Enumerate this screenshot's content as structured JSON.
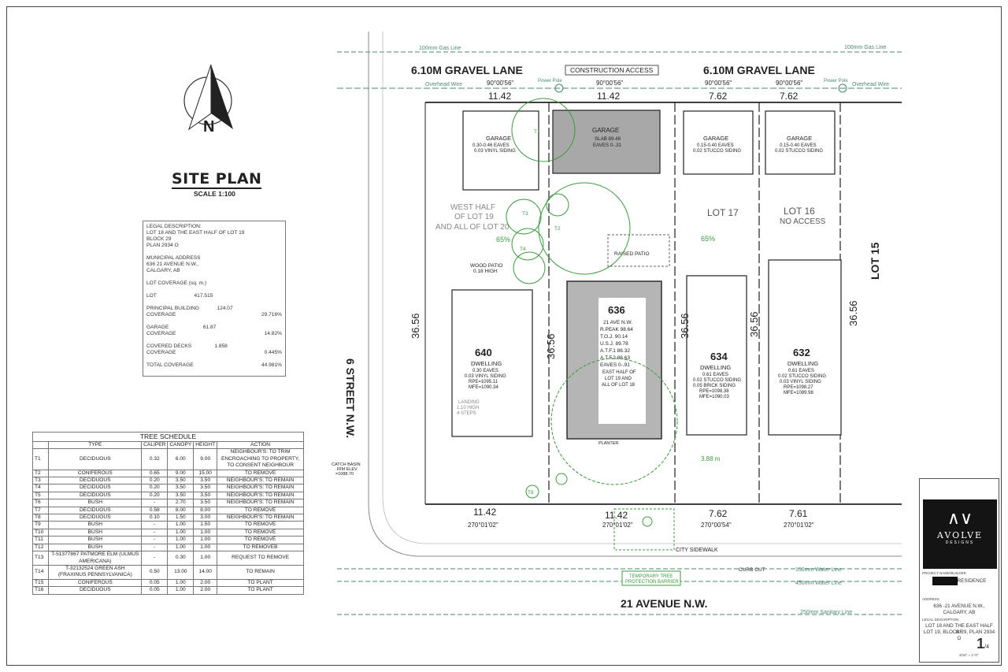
{
  "sheet": {
    "title": "SITE PLAN",
    "scale": "SCALE 1:100",
    "north_label": "N"
  },
  "legal": {
    "description": "LEGAL DESCRIPTION:",
    "line1": "LOT 18 AND THE EAST HALF OF LOT 19",
    "line2": "BLOCK 29",
    "line3": "PLAN 2934 O",
    "muni_label": "MUNICIPAL ADDRESS",
    "muni_line1": "636 21 AVENUE N.W.,",
    "muni_line2": "CALGARY, AB",
    "coverage_title": "LOT COVERAGE (sq. m.)",
    "rows": [
      {
        "label": "LOT",
        "v1": "417.515",
        "v2": ""
      },
      {
        "label": "PRINCIPAL BUILDING",
        "v1": "124.07",
        "v2": ""
      },
      {
        "label": "COVERAGE",
        "v1": "",
        "v2": "29.716%"
      },
      {
        "label": "GARAGE",
        "v1": "61.87",
        "v2": ""
      },
      {
        "label": "COVERAGE",
        "v1": "",
        "v2": "14.82%"
      },
      {
        "label": "COVERED DECKS",
        "v1": "1.858",
        "v2": ""
      },
      {
        "label": "COVERAGE",
        "v1": "",
        "v2": "0.445%"
      },
      {
        "label": "TOTAL COVERAGE",
        "v1": "",
        "v2": "44.981%"
      }
    ]
  },
  "tree_schedule": {
    "title": "TREE SCHEDULE",
    "headers": [
      "",
      "TYPE",
      "CALIPER",
      "CANOPY",
      "HEIGHT",
      "ACTION"
    ],
    "rows": [
      [
        "T1",
        "DECIDUOUS",
        "0.32",
        "6.00",
        "9.00",
        "NEIGHBOUR'S: TO TRIM ENCROACHING TO PROPERTY, TO CONSENT NEIGHBOUR"
      ],
      [
        "T2",
        "CONIFEROUS",
        "0.65",
        "9.00",
        "15.00",
        "TO REMOVE"
      ],
      [
        "T3",
        "DECIDUOUS",
        "0.20",
        "3.50",
        "3.50",
        "NEIGHBOUR'S: TO REMAIN"
      ],
      [
        "T4",
        "DECIDUOUS",
        "0.20",
        "3.50",
        "3.50",
        "NEIGHBOUR'S: TO REMAIN"
      ],
      [
        "T5",
        "DECIDUOUS",
        "0.20",
        "3.50",
        "3.50",
        "NEIGHBOUR'S: TO REMAIN"
      ],
      [
        "T6",
        "BUSH",
        "-",
        "2.70",
        "3.50",
        "NEIGHBOUR'S: TO REMAIN"
      ],
      [
        "T7",
        "DECIDUOUS",
        "0.58",
        "8.00",
        "8.00",
        "TO REMOVE"
      ],
      [
        "T8",
        "DECIDUOUS",
        "0.10",
        "1.50",
        "3.00",
        "NEIGHBOUR'S: TO REMAIN"
      ],
      [
        "T9",
        "BUSH",
        "-",
        "1.00",
        "1.50",
        "TO REMOVE"
      ],
      [
        "T10",
        "BUSH",
        "-",
        "1.00",
        "1.00",
        "TO REMOVE"
      ],
      [
        "T11",
        "BUSH",
        "-",
        "1.00",
        "1.00",
        "TO REMOVE"
      ],
      [
        "T12",
        "BUSH",
        "-",
        "1.00",
        "1.00",
        "TO REMOVEB"
      ],
      [
        "T13",
        "T-51377867 PATMORE ELM (ULMUS AMERICANA)",
        "-",
        "0.30",
        "1.00",
        "REQUEST TO REMOVE"
      ],
      [
        "T14",
        "T-32132524 GREEN ASH (FRAXINUS PENNSYLVANICA)",
        "0.50",
        "13.00",
        "14.00",
        "TO REMAIN"
      ],
      [
        "T15",
        "CONIFEROUS",
        "0.05",
        "1.00",
        "2.00",
        "TO PLANT"
      ],
      [
        "T16",
        "DECIDUOUS",
        "0.05",
        "1.00",
        "2.00",
        "TO PLANT"
      ]
    ]
  },
  "plan": {
    "lane_west": "6.10M GRAVEL LANE",
    "lane_east": "6.10M GRAVEL LANE",
    "construction_access": "CONSTRUCTION ACCESS",
    "gas_line_top": "100mm Gas Line",
    "overhead_wire": "Overhead Wire",
    "power_pole": "Power Pole",
    "street_west": "6 STREET N.W.",
    "street_south": "21 AVENUE N.W.",
    "lot15": "LOT 15",
    "lot16": "LOT 16",
    "lot16_note": "NO ACCESS",
    "lot17": "LOT 17",
    "west_half": "WEST HALF",
    "west_half2": "OF LOT 19",
    "west_half3": "AND ALL OF LOT 20",
    "bearing_top": "90°00'56\"",
    "bearing_bottom": "270°01'02\"",
    "bearing_bottom2": "270°00'54\"",
    "dim_1142": "11.42",
    "dim_762": "7.62",
    "dim_761": "7.61",
    "dim_3656": "36.56",
    "water_150": "150mm Water Line",
    "water_450": "450mm Water Line",
    "sanitary": "250mm Sanitary Line",
    "city_sidewalk": "CITY SIDEWALK",
    "curb_cut": "CURB CUT",
    "catch_basin": "CATCH BASIN",
    "rim_elev": "RIM ELEV",
    "rim_val": "=1088.70",
    "tree_barrier": "TEMPORARY TREE",
    "tree_barrier2": "PROTECTION BARRIER",
    "setback": "3.88 m",
    "pct65": "65%",
    "garage640": {
      "title": "GARAGE",
      "l1": "0.30-0.46 EAVES",
      "l2": "0.03 VINYL SIDING"
    },
    "garage636": {
      "title": "GARAGE",
      "l1": "SLAB 89.48",
      "l2": "EAVES 0-.31"
    },
    "garage634": {
      "title": "GARAGE",
      "l1": "0.15-0.40 EAVES",
      "l2": "0.02 STUCCO SIDING"
    },
    "garage632": {
      "title": "GARAGE",
      "l1": "0.15-0.40 EAVES",
      "l2": "0.02 STUCCO SIDING"
    },
    "h640": {
      "num": "640",
      "title": "DWELLING",
      "l1": "0.30 EAVES",
      "l2": "0.03 VINYL SIDING",
      "l3": "RPE=1095.11",
      "l4": "MFE=1090.34"
    },
    "h634": {
      "num": "634",
      "title": "DWELLING",
      "l1": "0.61 EAVES",
      "l2": "0.02 STUCCO SIDING",
      "l3": "0.05 BRICK SIDING",
      "l4": "RPE=1098.38",
      "l5": "MFE=1090.03"
    },
    "h632": {
      "num": "632",
      "title": "DWELLING",
      "l1": "0.61 EAVES",
      "l2": "0.02 STUCCO SIDING",
      "l3": "0.03 VINYL SIDING",
      "l4": "RPE=1098.27",
      "l5": "MFE=1089.98"
    },
    "h636": {
      "num": "636",
      "l1": "21 AVE N.W.",
      "l2": "R.PEAK  98.64",
      "l3": "T.O.J.  90.14",
      "l4": "U.S.J.  89.78",
      "l5": "A.T.F.1  86.32",
      "l6": "A.T.F.2  86.63",
      "l7": "EAVES  0-.91",
      "l8": "EAST HALF OF",
      "l9": "LOT 19  AND",
      "l10": "ALL OF LOT 18"
    },
    "wood_patio": "WOOD PATIO",
    "wood_patio2": "0.18 HIGH",
    "raised_patio": "RAISED PATIO",
    "landing": "LANDING",
    "landing2": "1.10 HIGH",
    "landing3": "4 STEPS",
    "planter": "PLANTER"
  },
  "title_block": {
    "logo_name": "AVOLVE",
    "logo_sub": "DESIGNS",
    "project_label": "PROJECT NAME/BUILDER",
    "project_value": "RESIDENCE",
    "address_label": "ADDRESS",
    "address1": "636 -21 AVENUE N.W.,",
    "address2": "CALGARY, AB",
    "legal_label": "LEGAL DESCRIPTION",
    "legal1": "LOT 18 AND THE EAST HALF OF",
    "legal2": "LOT 19, BLOCK 29, PLAN 2934 O",
    "sheet_no": "1",
    "sheet_of": "/4",
    "scale_val": "3/16\" = 1'-0\""
  },
  "colors": {
    "ink": "#222222",
    "tree_green": "#3c9a3c",
    "utility_green": "#4a8a74",
    "survey_blue": "#1b1bb5",
    "elev_violet": "#8a7fc4",
    "garage_fill": "#a8a8a8"
  }
}
